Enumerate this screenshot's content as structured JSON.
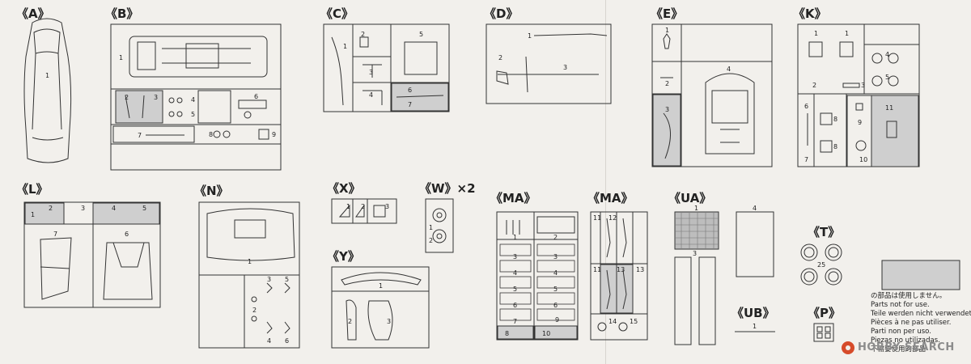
{
  "section_labels": {
    "A": "《A》",
    "B": "《B》",
    "C": "《C》",
    "D": "《D》",
    "E": "《E》",
    "K": "《K》",
    "L": "《L》",
    "N": "《N》",
    "X": "《X》",
    "W": "《W》×2",
    "MA1": "《MA》",
    "MA2": "《MA》",
    "UA": "《UA》",
    "UB": "《UB》",
    "T": "《T》",
    "P": "《P》",
    "Y": "《Y》"
  },
  "part_numbers": {
    "A": [
      "1"
    ],
    "B": [
      "1",
      "2",
      "3",
      "4",
      "5",
      "6",
      "7",
      "8",
      "9"
    ],
    "C": [
      "1",
      "2",
      "3",
      "4",
      "5",
      "6",
      "7"
    ],
    "D": [
      "1",
      "2",
      "3"
    ],
    "E": [
      "1",
      "2",
      "3",
      "4"
    ],
    "K": [
      "1",
      "1",
      "2",
      "3",
      "4",
      "5",
      "6",
      "7",
      "8",
      "8",
      "9",
      "10",
      "11"
    ],
    "L": [
      "1",
      "2",
      "3",
      "4",
      "5",
      "6",
      "7"
    ],
    "N": [
      "1",
      "2",
      "3",
      "4",
      "5",
      "6"
    ],
    "X": [
      "1",
      "2",
      "3"
    ],
    "W": [
      "1",
      "2"
    ],
    "Y": [
      "1",
      "2",
      "3"
    ],
    "MA1": [
      "1",
      "2",
      "3",
      "3",
      "4",
      "4",
      "5",
      "5",
      "6",
      "6",
      "7",
      "8",
      "9",
      "10",
      "8"
    ],
    "MA2": [
      "11",
      "12",
      "11",
      "13",
      "13",
      "14",
      "15"
    ],
    "UA": [
      "1",
      "3",
      "4"
    ],
    "UB": [
      "1"
    ],
    "T": [
      "25"
    ],
    "P": []
  },
  "notice": {
    "lines": [
      "の部品は使用しません。",
      "Parts not for use.",
      "Teile werden nicht verwendet.",
      "Pièces à ne pas utiliser.",
      "Parti non per uso.",
      "Piezas no utilizadas.",
      "不需要使用的部品"
    ],
    "swatch_color": "#cfcfcf"
  },
  "watermark": {
    "text": "HOBBY SEARCH",
    "color": "#8c8c8c",
    "logo_color": "#d64b2a"
  },
  "colors": {
    "line": "#333333",
    "unused_fill": "#cfcfcf",
    "paper": "#f2f0ec"
  }
}
